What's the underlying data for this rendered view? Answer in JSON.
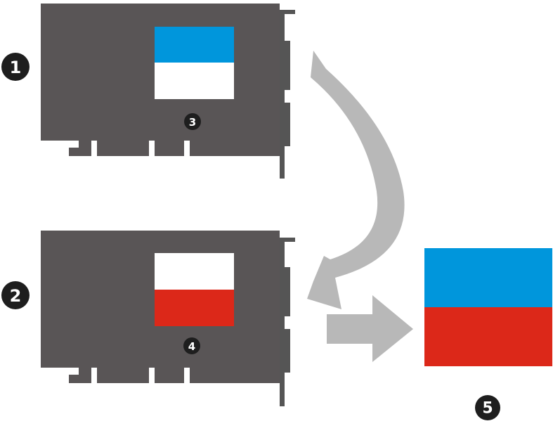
{
  "badges": {
    "card_1": "1",
    "card_2": "2",
    "half_frame_1": "3",
    "half_frame_2": "4",
    "combined_frame": "5"
  },
  "colors": {
    "card_body": "#595556",
    "bracket": "#555555",
    "arrow": "#b8b8b8",
    "frame_top_half": "#0096dc",
    "frame_bottom_half": "#dc2819",
    "frame_blank": "#ffffff",
    "badge_fill": "#1e1e1e",
    "badge_text": "#ffffff"
  }
}
